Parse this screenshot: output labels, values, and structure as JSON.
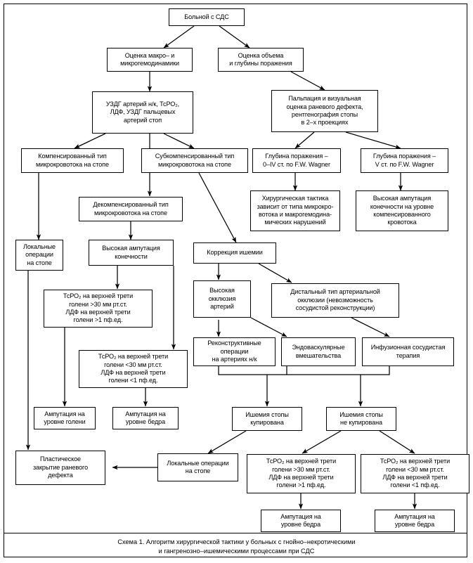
{
  "figure": {
    "caption_line1": "Схема 1. Алгоритм хирургической тактики у больных с гнойно–некротическими",
    "caption_line2": "и гангренозно–ишемическими процессами при СДС",
    "caption": "Схема 1. Алгоритм хирургической тактики у больных с гнойно–некротическими\nи гангренозно–ишемическими процессами при СДС",
    "type": "flowchart",
    "colors": {
      "line": "#000000",
      "background": "#ffffff",
      "text": "#000000"
    }
  },
  "nodes": {
    "patient": "Больной с СДС",
    "macro_micro": "Оценка макро– и\nмикрогемодинамики",
    "volume_depth": "Оценка объема\nи глубины поражения",
    "uzdg": "УЗДГ артерий н/к, ТсРО₂,\nЛДФ, УЗДГ пальцевых\nартерий стоп",
    "palpation": "Пальпация и визуальная\nоценка раневого дефекта,\nрентгенография  стопы\nв 2–х проекциях",
    "compensated": "Компенсированный тип\nмикрокровотока на стопе",
    "subcompensated": "Субкомпенсированный тип\nмикрокровотока на стопе",
    "depth_0_4": "Глубина поражения –\n0–IV ст. по F.W. Wagner",
    "depth_5": "Глубина поражения –\nV ст. по F.W. Wagner",
    "decompensated": "Декомпенсированный тип\nмикрокровотока на стопе",
    "surgical_tactic": "Хирургическая тактика\nзависит от типа микрокро-\nвотока и макрогемодина-\nмических нарушений",
    "high_amp_compensated": "Высокая ампутация\nконечности на уровне\nкомпенсированного\nкровотока",
    "local_ops_foot_1": "Локальные\nоперации\nна стопе",
    "high_amp_limb": "Высокая ампутация\nконечности",
    "ischemia_correction": "Коррекция ишемии",
    "tcpo2_high_1": "ТсРО₂ на верхней трети\nголени >30 мм рт.ст.\nЛДФ на верхней трети\nголени >1 пф.ед.",
    "tcpo2_low_1": "ТсРО₂ на верхней трети\nголени <30 мм рт.ст.\nЛДФ на верхней трети\nголени <1 пф.ед.",
    "high_occlusion": "Высокая\nокклюзия\nартерий",
    "distal_occlusion": "Дистальный тип артериальной\nокклюзии (невозможность\nсосудистой реконструкции)",
    "reconstructive": "Реконструктивные\nоперации\nна артериях н/к",
    "endovascular": "Эндоваскулярные\nвмешательства",
    "infusion_therapy": "Инфузионная сосудистая\nтерапия",
    "amp_shin": "Ампутация на\nуровне голени",
    "amp_thigh_1": "Ампутация на\nуровне бедра",
    "ischemia_resolved": "Ишемия стопы\nкупирована",
    "ischemia_not_resolved": "Ишемия стопы\nне купирована",
    "plastic_closure": "Пластическое\nзакрытие раневого\nдефекта",
    "local_ops_foot_2": "Локальные операции\nна стопе",
    "tcpo2_high_2": "ТсРО₂ на верхней трети\nголени >30 мм рт.ст.\nЛДФ на верхней трети\nголени >1 пф.ед.",
    "tcpo2_low_2": "ТсРО₂ на верхней трети\nголени <30 мм рт.ст.\nЛДФ на верхней трети\nголени <1 пф.ед.",
    "amp_thigh_2": "Ампутация на\nуровне бедра",
    "amp_thigh_3": "Ампутация на\nуровне бедра"
  }
}
